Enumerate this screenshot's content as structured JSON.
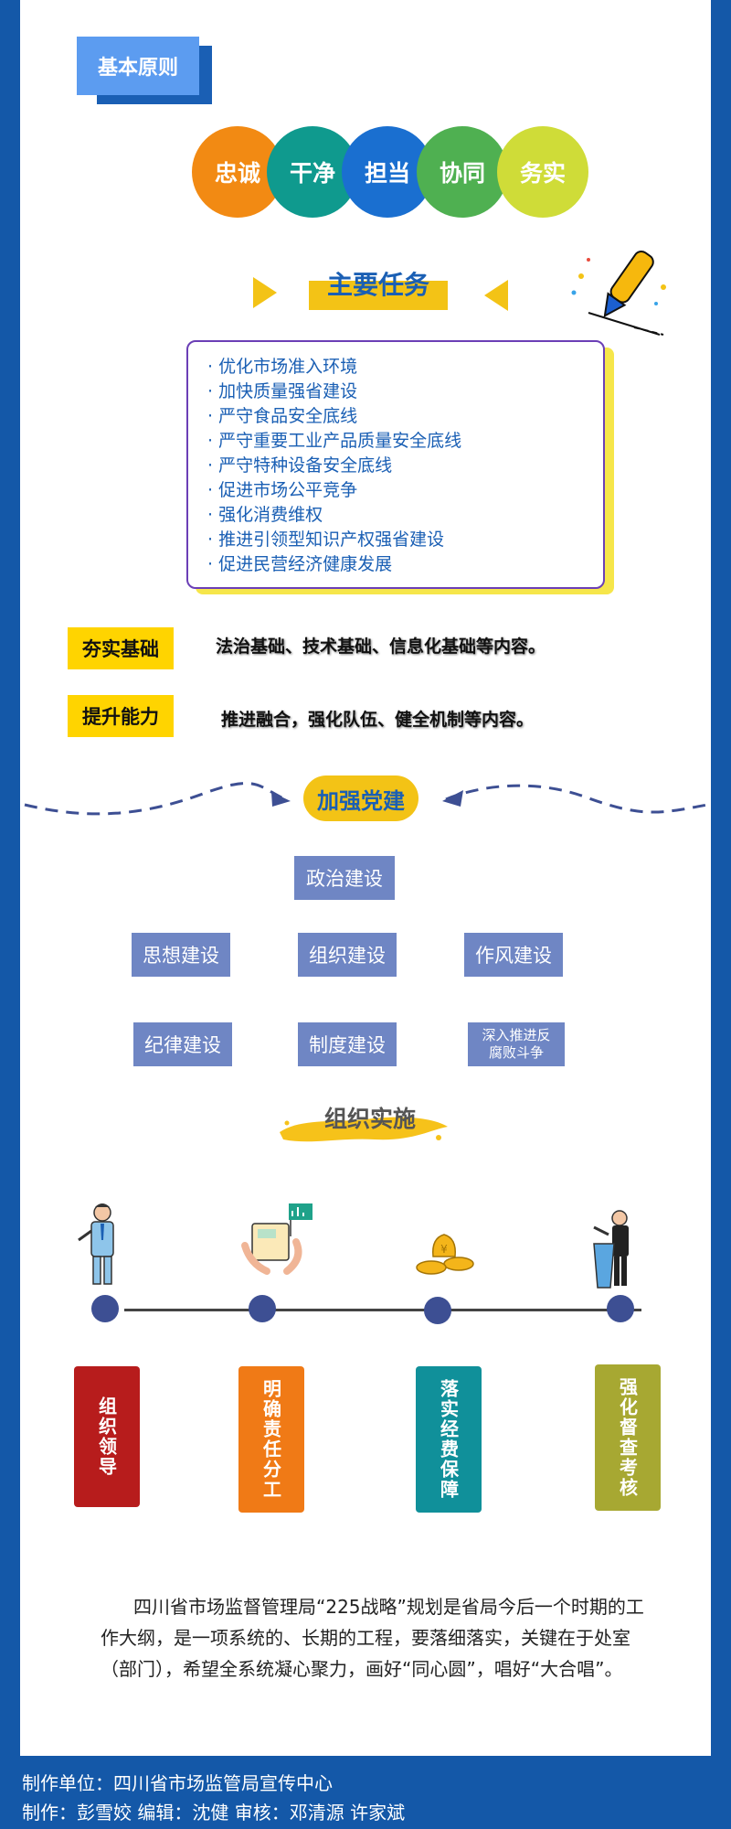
{
  "principles": {
    "title": "基本原则",
    "items": [
      {
        "label": "忠诚",
        "color": "#f28a13"
      },
      {
        "label": "干净",
        "color": "#0f9a8e"
      },
      {
        "label": "担当",
        "color": "#1a6fd0"
      },
      {
        "label": "协同",
        "color": "#4fb051"
      },
      {
        "label": "务实",
        "color": "#cfdc38"
      }
    ]
  },
  "tasks": {
    "title": "主要任务",
    "items": [
      "· 优化市场准入环境",
      "· 加快质量强省建设",
      "· 严守食品安全底线",
      "· 严守重要工业产品质量安全底线",
      "· 严守特种设备安全底线",
      "· 促进市场公平竞争",
      "· 强化消费维权",
      "· 推进引领型知识产权强省建设",
      "· 促进民营经济健康发展"
    ]
  },
  "foundation": {
    "label": "夯实基础",
    "text": "法治基础、技术基础、信息化基础等内容。"
  },
  "ability": {
    "label": "提升能力",
    "text": "推进融合，强化队伍、健全机制等内容。"
  },
  "party": {
    "title": "加强党建",
    "top": "政治建设",
    "row1": [
      "思想建设",
      "组织建设",
      "作风建设"
    ],
    "row2": [
      "纪律建设",
      "制度建设"
    ],
    "row2_last_lines": [
      "深入推进反",
      "腐败斗争"
    ]
  },
  "implementation": {
    "title": "组织实施",
    "steps": [
      {
        "label": "组织领导",
        "color": "#b71c1c"
      },
      {
        "label": "明确责任分工",
        "color": "#f07a16"
      },
      {
        "label": "落实经费保障",
        "color": "#10909a"
      },
      {
        "label": "强化督查考核",
        "color": "#a7a832"
      }
    ]
  },
  "paragraph": "四川省市场监督管理局“225战略”规划是省局今后一个时期的工作大纲，是一项系统的、长期的工程，要落细落实，关键在于处室（部门），希望全系统凝心聚力，画好“同心圆”，唱好“大合唱”。",
  "footer": {
    "line1": "制作单位：四川省市场监管局宣传中心",
    "line2": "制作：彭雪姣   编辑：沈健  审核：邓清源  许家斌"
  },
  "colors": {
    "accent_blue": "#1a5fb4",
    "yellow": "#f3c316",
    "box_blue": "#6f86c4"
  }
}
